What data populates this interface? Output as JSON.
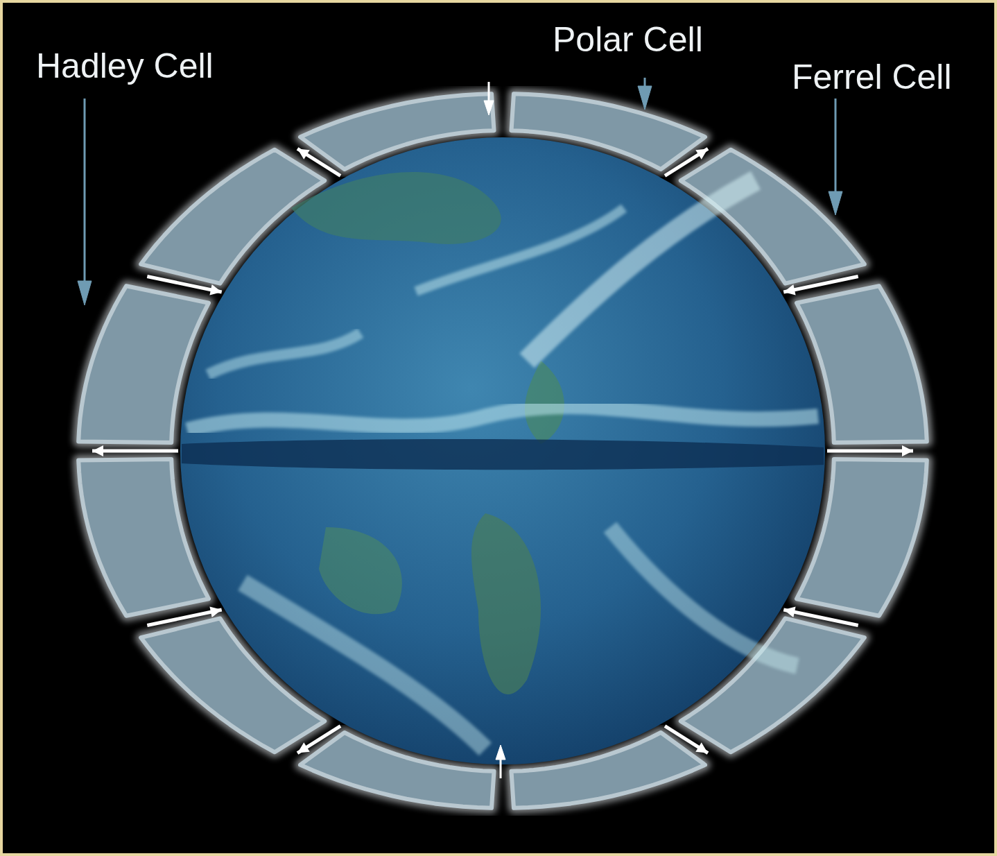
{
  "diagram": {
    "labels": [
      "Hadley Cell",
      "Polar Cell",
      "Ferrel Cell"
    ]
  }
}
